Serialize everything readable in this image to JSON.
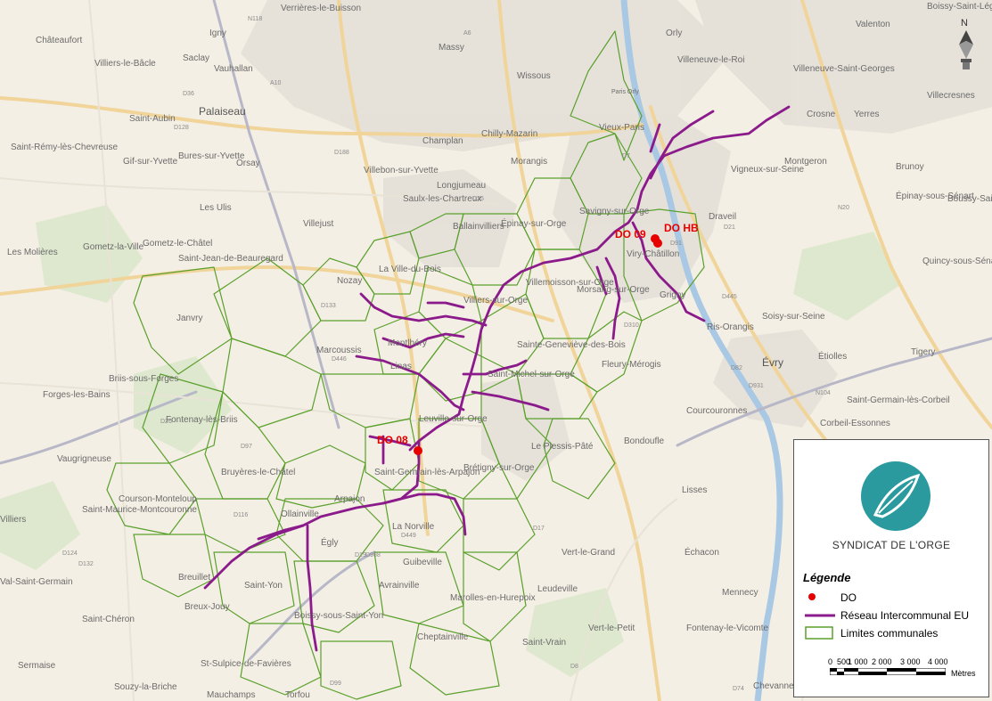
{
  "places": [
    {
      "text": "Châteaufort",
      "big": false
    },
    {
      "text": "Igny",
      "big": false
    },
    {
      "text": "Saclay",
      "big": false
    },
    {
      "text": "Vauhallan",
      "big": false
    },
    {
      "text": "Massy",
      "big": false
    },
    {
      "text": "Wissous",
      "big": false
    },
    {
      "text": "Orly",
      "big": false
    },
    {
      "text": "Villeneuve-le-Roi",
      "big": false
    },
    {
      "text": "Villeneuve-Saint-Georges",
      "big": false
    },
    {
      "text": "Villecresnes",
      "big": false
    },
    {
      "text": "Valenton",
      "big": false
    },
    {
      "text": "Boissy-Saint-Léger",
      "big": false
    },
    {
      "text": "Verrières-le-Buisson",
      "big": false
    },
    {
      "text": "Villiers-le-Bâcle",
      "big": false
    },
    {
      "text": "Saint-Aubin",
      "big": false
    },
    {
      "text": "Palaiseau",
      "big": true
    },
    {
      "text": "Paris Orly",
      "big": false
    },
    {
      "text": "Saint-Rémy-lès-Chevreuse",
      "big": false
    },
    {
      "text": "Gif-sur-Yvette",
      "big": false
    },
    {
      "text": "Bures-sur-Yvette",
      "big": false
    },
    {
      "text": "Orsay",
      "big": false
    },
    {
      "text": "Champlan",
      "big": false
    },
    {
      "text": "Chilly-Mazarin",
      "big": false
    },
    {
      "text": "Morangis",
      "big": false
    },
    {
      "text": "Vieux-Paris",
      "big": false
    },
    {
      "text": "Crosne",
      "big": false
    },
    {
      "text": "Yerres",
      "big": false
    },
    {
      "text": "Montgeron",
      "big": false
    },
    {
      "text": "Vigneux-sur-Seine",
      "big": false
    },
    {
      "text": "Brunoy",
      "big": false
    },
    {
      "text": "Villebon-sur-Yvette",
      "big": false
    },
    {
      "text": "Longjumeau",
      "big": false
    },
    {
      "text": "Saulx-les-Chartreux",
      "big": false
    },
    {
      "text": "Les Ulis",
      "big": false
    },
    {
      "text": "Villejust",
      "big": false
    },
    {
      "text": "Draveil",
      "big": false
    },
    {
      "text": "Épinay-sous-Sénart",
      "big": false
    },
    {
      "text": "Boussy-Saint-Antoine",
      "big": false
    },
    {
      "text": "Ballainvilliers",
      "big": false
    },
    {
      "text": "Épinay-sur-Orge",
      "big": false
    },
    {
      "text": "Savigny-sur-Orge",
      "big": false
    },
    {
      "text": "Viry-Châtillon",
      "big": false
    },
    {
      "text": "Les Molières",
      "big": false
    },
    {
      "text": "Gometz-la-Ville",
      "big": false
    },
    {
      "text": "Gometz-le-Châtel",
      "big": false
    },
    {
      "text": "Saint-Jean-de-Beauregard",
      "big": false
    },
    {
      "text": "Nozay",
      "big": false
    },
    {
      "text": "La Ville-du-Bois",
      "big": false
    },
    {
      "text": "Villiers-sur-Orge",
      "big": false
    },
    {
      "text": "Villemoisson-sur-Orge",
      "big": false
    },
    {
      "text": "Morsang-sur-Orge",
      "big": false
    },
    {
      "text": "Grigny",
      "big": false
    },
    {
      "text": "Quincy-sous-Sénart",
      "big": false
    },
    {
      "text": "Soisy-sur-Seine",
      "big": false
    },
    {
      "text": "Janvry",
      "big": false
    },
    {
      "text": "Montlhéry",
      "big": false
    },
    {
      "text": "Marcoussis",
      "big": false
    },
    {
      "text": "Linas",
      "big": false
    },
    {
      "text": "Sainte-Geneviève-des-Bois",
      "big": false
    },
    {
      "text": "Ris-Orangis",
      "big": false
    },
    {
      "text": "Tigery",
      "big": false
    },
    {
      "text": "Étiolles",
      "big": false
    },
    {
      "text": "Évry",
      "big": true
    },
    {
      "text": "Fleury-Mérogis",
      "big": false
    },
    {
      "text": "Saint-Michel-sur-Orge",
      "big": false
    },
    {
      "text": "Briis-sous-Forges",
      "big": false
    },
    {
      "text": "Forges-les-Bains",
      "big": false
    },
    {
      "text": "Fontenay-lès-Briis",
      "big": false
    },
    {
      "text": "Leuville-sur-Orge",
      "big": false
    },
    {
      "text": "Courcouronnes",
      "big": false
    },
    {
      "text": "Saint-Germain-lès-Corbeil",
      "big": false
    },
    {
      "text": "Le Plessis-Pâté",
      "big": false
    },
    {
      "text": "Bondoufle",
      "big": false
    },
    {
      "text": "Brétigny-sur-Orge",
      "big": false
    },
    {
      "text": "Corbeil-Essonnes",
      "big": false
    },
    {
      "text": "Vaugrigneuse",
      "big": false
    },
    {
      "text": "Bruyères-le-Châtel",
      "big": false
    },
    {
      "text": "Courson-Monteloup",
      "big": false
    },
    {
      "text": "Saint-Germain-lès-Arpajon",
      "big": false
    },
    {
      "text": "Arpajon",
      "big": false
    },
    {
      "text": "Lisses",
      "big": false
    },
    {
      "text": "Saint-Maurice-Montcouronne",
      "big": false
    },
    {
      "text": "Ollainville",
      "big": false
    },
    {
      "text": "Égly",
      "big": false
    },
    {
      "text": "La Norville",
      "big": false
    },
    {
      "text": "Vert-le-Grand",
      "big": false
    },
    {
      "text": "Échacon",
      "big": false
    },
    {
      "text": "Guibeville",
      "big": false
    },
    {
      "text": "Breuillet",
      "big": false
    },
    {
      "text": "Saint-Yon",
      "big": false
    },
    {
      "text": "Avrainville",
      "big": false
    },
    {
      "text": "Leudeville",
      "big": false
    },
    {
      "text": "Mennecy",
      "big": false
    },
    {
      "text": "Val-Saint-Germain",
      "big": false
    },
    {
      "text": "Breux-Jouy",
      "big": false
    },
    {
      "text": "Saint-Chéron",
      "big": false
    },
    {
      "text": "Boissy-sous-Saint-Yon",
      "big": false
    },
    {
      "text": "Marolles-en-Hurepoix",
      "big": false
    },
    {
      "text": "Cheptainville",
      "big": false
    },
    {
      "text": "Vert-le-Petit",
      "big": false
    },
    {
      "text": "Fontenay-le-Vicomte",
      "big": false
    },
    {
      "text": "Saint-Vrain",
      "big": false
    },
    {
      "text": "Sermaise",
      "big": false
    },
    {
      "text": "St-Sulpice-de-Favières",
      "big": false
    },
    {
      "text": "Souzy-la-Briche",
      "big": false
    },
    {
      "text": "Mauchamps",
      "big": false
    },
    {
      "text": "Torfou",
      "big": false
    },
    {
      "text": "Chevannes",
      "big": false
    },
    {
      "text": "Villiers",
      "big": false
    }
  ],
  "roads": [
    "N118",
    "D36",
    "D446",
    "A10",
    "N20",
    "A6",
    "D7",
    "D91",
    "D310",
    "D445",
    "N104",
    "D26",
    "D97",
    "D116",
    "D19",
    "D449",
    "D17",
    "D8",
    "D82",
    "D931",
    "D74",
    "D99",
    "D132",
    "D21",
    "D25",
    "D133",
    "D188",
    "D128",
    "D124",
    "D988"
  ],
  "do_points": [
    {
      "label": "DO 09"
    },
    {
      "label": "DO HB"
    },
    {
      "label": "DO 08"
    }
  ],
  "north_label": "N",
  "legend": {
    "org_name": "SYNDICAT DE L'ORGE",
    "title": "Légende",
    "items": [
      {
        "label": "DO",
        "symbol": "point",
        "color": "#e60000"
      },
      {
        "label": "Réseau Intercommunal EU",
        "symbol": "line",
        "color": "#8b1a8b"
      },
      {
        "label": "Limites communales",
        "symbol": "polygon",
        "color": "#5aa02c"
      }
    ],
    "scale_labels": [
      "0",
      "500",
      "1 000",
      "2 000",
      "3 000",
      "4 000"
    ],
    "scale_unit": "Mètres"
  },
  "colors": {
    "network": "#8b1a8b",
    "communes": "#5aa02c",
    "do": "#e60000",
    "logo": "#2a9a9e"
  }
}
